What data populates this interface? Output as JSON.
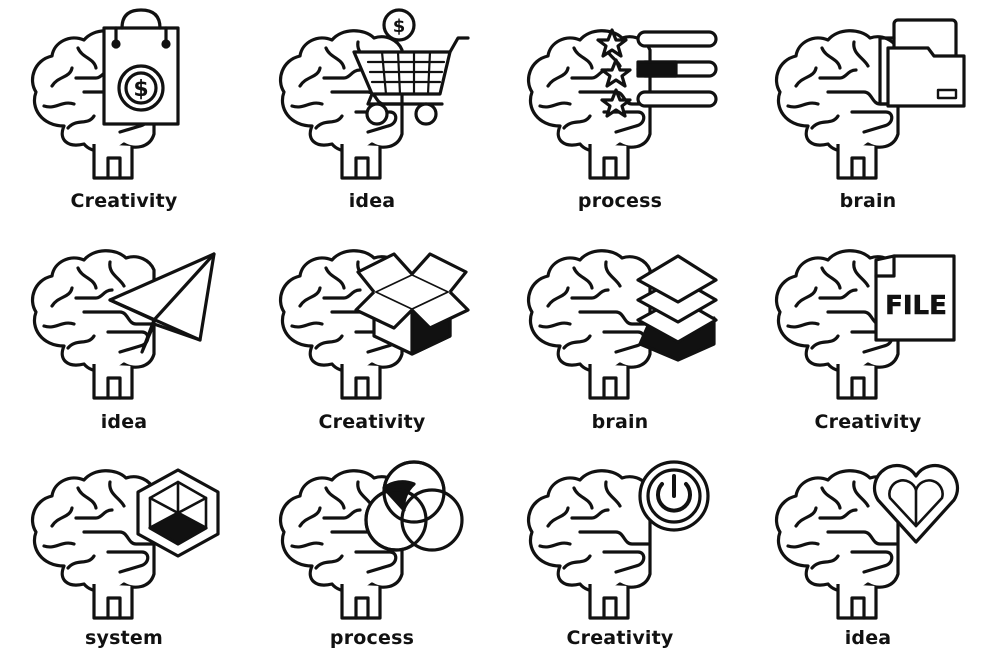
{
  "icons": [
    {
      "label": "Creativity",
      "icon": "shopping-bag-dollar-icon"
    },
    {
      "label": "idea",
      "icon": "shopping-cart-coin-icon"
    },
    {
      "label": "process",
      "icon": "star-rating-bars-icon"
    },
    {
      "label": "brain",
      "icon": "folder-files-icon"
    },
    {
      "label": "idea",
      "icon": "paper-plane-icon"
    },
    {
      "label": "Creativity",
      "icon": "open-box-icon"
    },
    {
      "label": "brain",
      "icon": "layers-stack-icon"
    },
    {
      "label": "Creativity",
      "icon": "file-document-icon"
    },
    {
      "label": "system",
      "icon": "hexagon-cube-icon"
    },
    {
      "label": "process",
      "icon": "venn-circles-icon"
    },
    {
      "label": "Creativity",
      "icon": "power-button-icon"
    },
    {
      "label": "idea",
      "icon": "heart-icon"
    }
  ],
  "file_icon_text": "FILE",
  "coin_symbol": "$",
  "colors": {
    "line": "#111111",
    "background": "#ffffff"
  }
}
